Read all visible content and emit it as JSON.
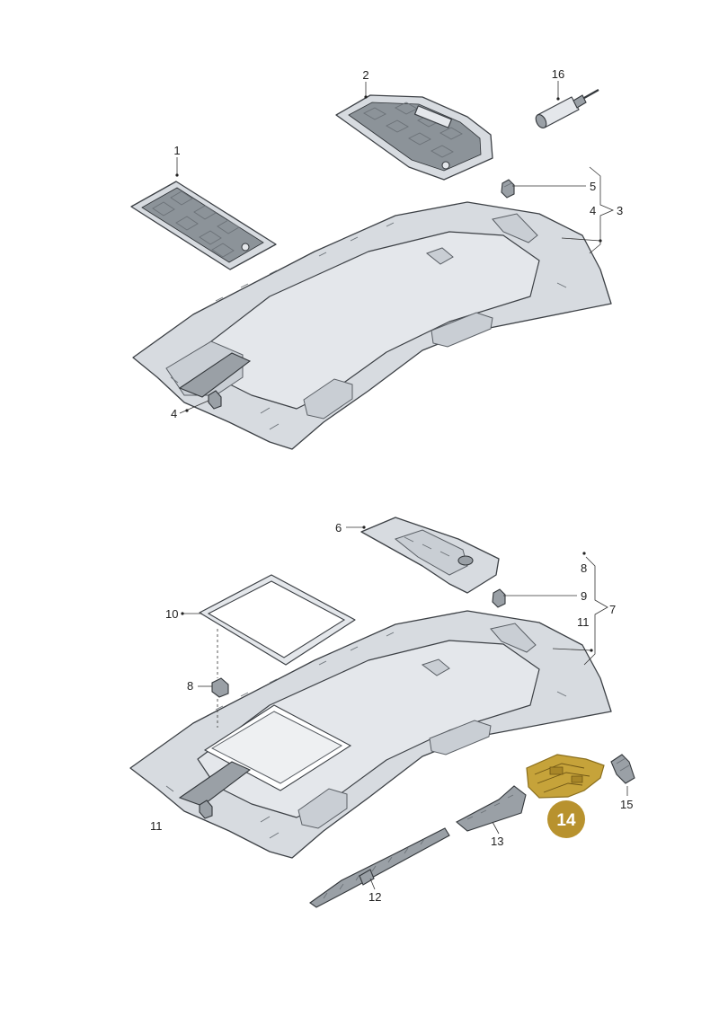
{
  "callouts": {
    "c1": "1",
    "c2": "2",
    "c3": "3",
    "c4a": "4",
    "c4b": "4",
    "c5": "5",
    "c6": "6",
    "c7": "7",
    "c8a": "8",
    "c8b": "8",
    "c9": "9",
    "c10": "10",
    "c11a": "11",
    "c11b": "11",
    "c12": "12",
    "c13": "13",
    "c14": "14",
    "c15": "15",
    "c16": "16"
  },
  "colors": {
    "highlight": "#c6a33a",
    "part_fill": "#d7dbe0",
    "outline": "#3c4045"
  }
}
